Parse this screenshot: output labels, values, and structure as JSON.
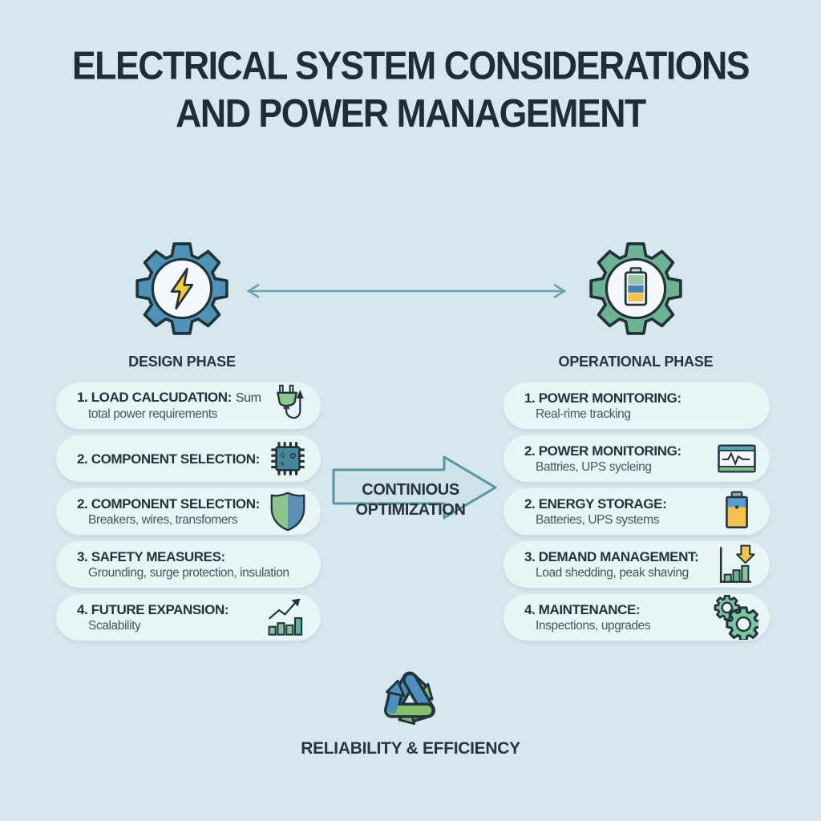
{
  "title": {
    "line1": "ELECTRICAL SYSTEM CONSIDERATIONS",
    "line2": "AND POWER MANAGEMENT"
  },
  "design_phase": {
    "label": "DESIGN PHASE"
  },
  "operational_phase": {
    "label": "OPERATIONAL PHASE"
  },
  "center_arrow": {
    "line1": "CONTINIOUS",
    "line2": "OPTIMIZATION"
  },
  "footer": {
    "label": "RELIABILITY & EFFICIENCY"
  },
  "design_items": [
    {
      "lead": "1. LOAD CALCUDATION:",
      "lead_suffix": "Sum",
      "subtitle": "total power requirements",
      "icon": "plug-with-arrow"
    },
    {
      "lead": "2. COMPONENT SELECTION:",
      "icon": "microchip"
    },
    {
      "lead": "2. COMPONENT SELECTION:",
      "subtitle": "Breakers, wires, transfomers",
      "icon": "shield"
    },
    {
      "lead": "3. SAFETY MEASURES:",
      "subtitle": "Grounding, surge protection, insulation"
    },
    {
      "lead": "4. FUTURE EXPANSION:",
      "subtitle": "Scalability",
      "icon": "growth-chart"
    }
  ],
  "operational_items": [
    {
      "lead": "1. POWER MONITORING:",
      "subtitle": "Real-rime tracking"
    },
    {
      "lead": "2. POWER MONITORING:",
      "subtitle": "Battries, UPS sycleing",
      "icon": "waveform-monitor"
    },
    {
      "lead": "2. ENERGY STORAGE:",
      "subtitle": "Batteries, UPS systems",
      "icon": "battery"
    },
    {
      "lead": "3. DEMAND MANAGEMENT:",
      "subtitle": "Load shedding, peak shaving",
      "icon": "bars-down-arrow"
    },
    {
      "lead": "4. MAINTENANCE:",
      "subtitle": "Inspections, upgrades",
      "icon": "gears"
    }
  ],
  "colors": {
    "background": "#d5e8ed",
    "card": "#e9f4f6",
    "heading_text": "#1f2d36",
    "gear_blue": "#4f93b8",
    "gear_green": "#6db392",
    "bolt_yellow": "#f6c945",
    "connector_teal": "#67a2b0",
    "center_arrow_fill": "#cfe4ea",
    "center_arrow_stroke": "#5b93a3",
    "icon_green": "#85bf6d",
    "icon_blue": "#4d8fbe",
    "icon_yellow": "#f2c14e",
    "outline_dark": "#22313a"
  }
}
